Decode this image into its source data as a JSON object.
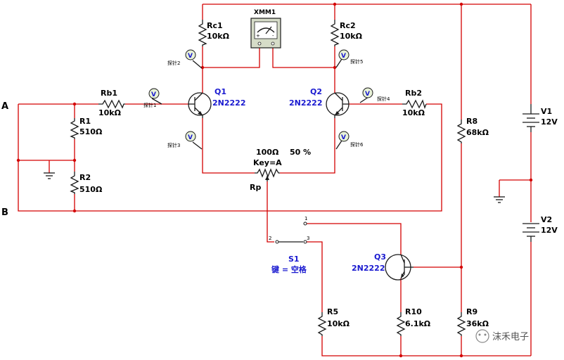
{
  "nodes": {
    "A": "A",
    "B": "B"
  },
  "meter": {
    "name": "XMM1",
    "plus": "+",
    "minus": "-"
  },
  "resistors": {
    "rc1": {
      "name": "Rc1",
      "value": "10kΩ"
    },
    "rc2": {
      "name": "Rc2",
      "value": "10kΩ"
    },
    "rb1": {
      "name": "Rb1",
      "value": "10kΩ"
    },
    "rb2": {
      "name": "Rb2",
      "value": "10kΩ"
    },
    "r1": {
      "name": "R1",
      "value": "510Ω"
    },
    "r2": {
      "name": "R2",
      "value": "510Ω"
    },
    "r5": {
      "name": "R5",
      "value": "10kΩ"
    },
    "r8": {
      "name": "R8",
      "value": "68kΩ"
    },
    "r9": {
      "name": "R9",
      "value": "36kΩ"
    },
    "r10": {
      "name": "R10",
      "value": "6.1kΩ"
    }
  },
  "transistors": {
    "q1": {
      "name": "Q1",
      "model": "2N2222"
    },
    "q2": {
      "name": "Q2",
      "model": "2N2222"
    },
    "q3": {
      "name": "Q3",
      "model": "2N2222"
    }
  },
  "sources": {
    "v1": {
      "name": "V1",
      "value": "12V"
    },
    "v2": {
      "name": "V2",
      "value": "12V"
    }
  },
  "potentiometer": {
    "resistance": "100Ω",
    "percent": "50 %",
    "key": "Key=A",
    "name": "Rp"
  },
  "switch": {
    "name": "S1",
    "key": "键 = 空格",
    "pin1": "1",
    "pin2": "2",
    "pin3": "3"
  },
  "probes": {
    "p1": "探针1",
    "p2": "探针2",
    "p3": "探针3",
    "p4": "探针4",
    "p5": "探针5",
    "p6": "探针6",
    "symbol": "V"
  },
  "watermark": "沫禾电子",
  "colors": {
    "wire": "#d40000",
    "component": "#1a1a1a",
    "label_blue": "#1a1ad0"
  }
}
